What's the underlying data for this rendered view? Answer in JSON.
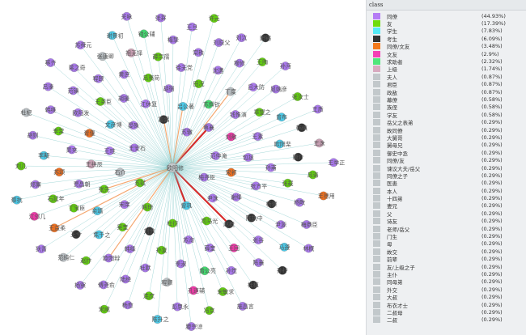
{
  "legend": {
    "title": "class",
    "items": [
      {
        "label": "同僚",
        "pct": "(44.93%)",
        "color": "#b57cf5"
      },
      {
        "label": "友",
        "pct": "(17.39%)",
        "color": "#6fdc0c"
      },
      {
        "label": "学生",
        "pct": "(7.83%)",
        "color": "#55eaf6"
      },
      {
        "label": "考生",
        "pct": "(6.09%)",
        "color": "#333333"
      },
      {
        "label": "同僚/文友",
        "pct": "(3.48%)",
        "color": "#f47a1d"
      },
      {
        "label": "文友",
        "pct": "(2.9%)",
        "color": "#f43fb5"
      },
      {
        "label": "求助者",
        "pct": "(2.32%)",
        "color": "#4fe67a"
      },
      {
        "label": "上级",
        "pct": "(1.74%)",
        "color": "#d8aac0"
      },
      {
        "label": "夫人",
        "pct": "(0.87%)",
        "color": "#c2c8cb"
      },
      {
        "label": "君臣",
        "pct": "(0.87%)",
        "color": "#c2c8cb"
      },
      {
        "label": "政敌",
        "pct": "(0.87%)",
        "color": "#c2c8cb"
      },
      {
        "label": "幕僚",
        "pct": "(0.58%)",
        "color": "#c2c8cb"
      },
      {
        "label": "族侄",
        "pct": "(0.58%)",
        "color": "#c2c8cb"
      },
      {
        "label": "学友",
        "pct": "(0.58%)",
        "color": "#c2c8cb"
      },
      {
        "label": "岳父之表弟",
        "pct": "(0.29%)",
        "color": "#c2c8cb"
      },
      {
        "label": "故同僚",
        "pct": "(0.29%)",
        "color": "#c2c8cb"
      },
      {
        "label": "大舅哥",
        "pct": "(0.29%)",
        "color": "#c2c8cb"
      },
      {
        "label": "舅母兄",
        "pct": "(0.29%)",
        "color": "#c2c8cb"
      },
      {
        "label": "御史中丞",
        "pct": "(0.29%)",
        "color": "#c2c8cb"
      },
      {
        "label": "同僚/友",
        "pct": "(0.29%)",
        "color": "#c2c8cb"
      },
      {
        "label": "谏议大夫/岳父",
        "pct": "(0.29%)",
        "color": "#c2c8cb"
      },
      {
        "label": "同僚之子",
        "pct": "(0.29%)",
        "color": "#c2c8cb"
      },
      {
        "label": "医患",
        "pct": "(0.29%)",
        "color": "#c2c8cb"
      },
      {
        "label": "本人",
        "pct": "(0.29%)",
        "color": "#c2c8cb"
      },
      {
        "label": "十四弟",
        "pct": "(0.29%)",
        "color": "#c2c8cb"
      },
      {
        "label": "妻兄",
        "pct": "(0.29%)",
        "color": "#c2c8cb"
      },
      {
        "label": "父",
        "pct": "(0.29%)",
        "color": "#c2c8cb"
      },
      {
        "label": "诗友",
        "pct": "(0.29%)",
        "color": "#c2c8cb"
      },
      {
        "label": "老师/岳父",
        "pct": "(0.29%)",
        "color": "#c2c8cb"
      },
      {
        "label": "门生",
        "pct": "(0.29%)",
        "color": "#c2c8cb"
      },
      {
        "label": "母",
        "pct": "(0.29%)",
        "color": "#c2c8cb"
      },
      {
        "label": "故交",
        "pct": "(0.29%)",
        "color": "#c2c8cb"
      },
      {
        "label": "前辈",
        "pct": "(0.29%)",
        "color": "#c2c8cb"
      },
      {
        "label": "友/上级之子",
        "pct": "(0.29%)",
        "color": "#c2c8cb"
      },
      {
        "label": "主仆",
        "pct": "(0.29%)",
        "color": "#c2c8cb"
      },
      {
        "label": "同母弟",
        "pct": "(0.29%)",
        "color": "#c2c8cb"
      },
      {
        "label": "外交",
        "pct": "(0.29%)",
        "color": "#c2c8cb"
      },
      {
        "label": "大叔",
        "pct": "(0.29%)",
        "color": "#c2c8cb"
      },
      {
        "label": "布衣才士",
        "pct": "(0.29%)",
        "color": "#c2c8cb"
      },
      {
        "label": "二叔母",
        "pct": "(0.29%)",
        "color": "#c2c8cb"
      },
      {
        "label": "二叔",
        "pct": "(0.29%)",
        "color": "#c2c8cb"
      }
    ]
  },
  "graph": {
    "hub": "欧阳修",
    "edge_color": "#7fc8c8",
    "strong_edge_color": "#d42020",
    "orange_edge_color": "#f4a46a",
    "names": [
      "梅尧臣",
      "苏轼",
      "苏辙",
      "曾巩",
      "王安石",
      "范仲淹",
      "韩琦",
      "富弼",
      "尹洙",
      "石介",
      "蔡襄",
      "杜衍",
      "晏殊",
      "宋祁",
      "宋庠",
      "吕公著",
      "司马光",
      "王珪",
      "刘敞",
      "刘攽",
      "江休复",
      "谢绛",
      "张先",
      "苏舜钦",
      "苏洵",
      "文彦博",
      "包拯",
      "吴奎",
      "胡宿",
      "赵概",
      "王拱辰",
      "钱惟演",
      "孙复",
      "胡瑗",
      "张方平",
      "余靖",
      "田况",
      "薛奎",
      "胥偃",
      "王素",
      "韩绛",
      "吕夷简",
      "陈执中",
      "贾昌朝",
      "丁度",
      "李淑",
      "王尧臣",
      "孙甫",
      "焦千之",
      "徐无党",
      "王回",
      "吴充",
      "章望之",
      "杜默",
      "黄庶",
      "杨褒",
      "丁宝臣",
      "沈遘",
      "曾公亮",
      "欧阳发",
      "欧阳棐",
      "欧阳辩",
      "薛宗孺",
      "张谷",
      "苏颂",
      "吕大防",
      "程颢",
      "程颐",
      "张载",
      "王令",
      "常秩",
      "孙觉",
      "李常",
      "曾布",
      "陆经",
      "祖无择",
      "尹源",
      "石延年",
      "穆修",
      "孔道辅",
      "范镇",
      "唐介",
      "赵抃",
      "梅挚",
      "陈襄",
      "李觏",
      "晁端彦",
      "连庶",
      "张唐卿",
      "杨畋",
      "王益柔",
      "刘原父",
      "宋敏求",
      "韩维",
      "韩缜",
      "傅尧俞",
      "钱公辅",
      "马遵",
      "郑獬",
      "王陶",
      "彭思永",
      "蒋之奇",
      "吕诲",
      "范纯仁",
      "王旦",
      "杜植",
      "胡则",
      "张汝士",
      "杨愈",
      "谢景初",
      "梅鼎臣",
      "江邻几",
      "刘沆",
      "冯京",
      "吕溱",
      "王洙",
      "杨察",
      "张昪",
      "孙抃",
      "刘几",
      "孙沔",
      "陈升之",
      "苏舜元",
      "王德用",
      "狄青",
      "许元",
      "施昌言",
      "杜杞",
      "王质",
      "宋咸",
      "关咏",
      "林概",
      "蔡抗",
      "田锡",
      "滕宗谅",
      "蔡齐",
      "王举正"
    ],
    "classes": [
      0,
      1,
      0,
      2,
      0,
      0,
      1,
      3,
      0,
      8,
      0,
      1,
      0,
      4,
      0,
      2,
      1,
      0,
      5,
      3,
      0,
      0,
      1,
      6,
      0,
      2,
      0,
      1,
      0,
      3,
      7,
      0,
      1,
      0,
      0,
      2,
      1,
      0,
      4,
      0,
      0,
      1,
      3,
      0,
      8,
      0,
      1,
      0,
      2,
      0,
      5,
      0,
      1,
      0,
      0,
      3,
      1,
      0,
      6,
      0,
      2,
      0,
      1,
      0,
      4,
      0,
      8,
      0,
      1,
      3,
      0,
      0,
      1,
      2,
      0,
      7,
      0,
      1,
      0,
      5,
      0,
      3,
      1,
      0,
      0,
      2,
      0,
      1,
      8,
      0,
      4,
      0,
      1,
      0,
      3,
      0,
      6,
      2,
      0,
      1,
      0,
      0,
      1,
      8,
      0,
      3,
      0,
      1,
      0,
      2,
      0,
      5,
      0,
      1,
      0,
      7,
      0,
      0,
      3,
      1,
      0,
      2,
      0,
      4,
      0,
      1,
      0,
      8,
      0,
      1,
      0,
      0,
      2,
      3,
      0
    ],
    "strong_edges": [
      3,
      10,
      29
    ],
    "orange_edges": [
      7,
      15,
      22,
      44,
      61,
      90
    ]
  }
}
